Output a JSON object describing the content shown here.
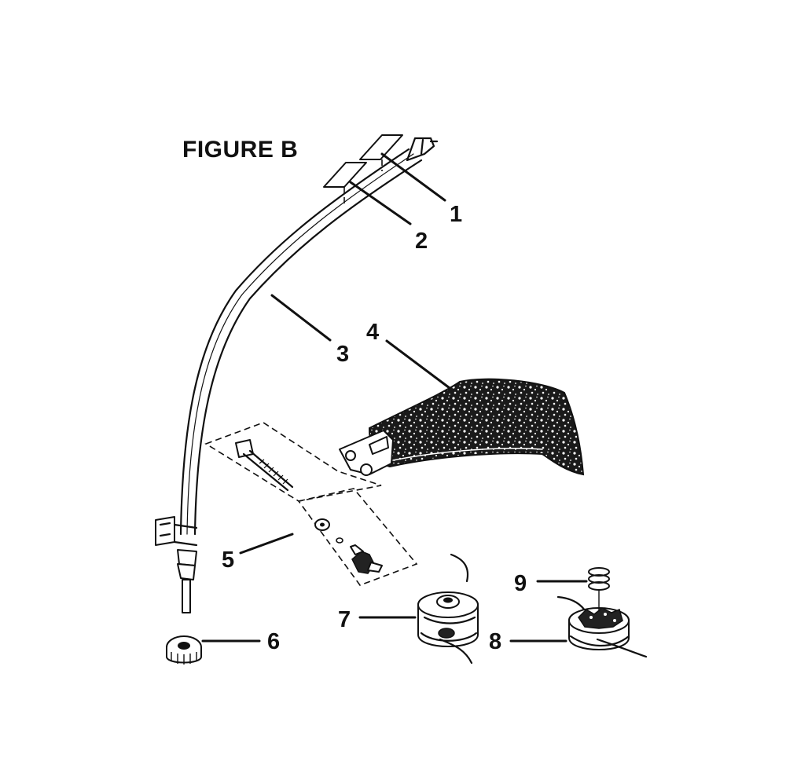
{
  "figure": {
    "title": "FIGURE B"
  },
  "callouts": [
    {
      "id": "1",
      "label": "1"
    },
    {
      "id": "2",
      "label": "2"
    },
    {
      "id": "3",
      "label": "3"
    },
    {
      "id": "4",
      "label": "4"
    },
    {
      "id": "5",
      "label": "5"
    },
    {
      "id": "6",
      "label": "6"
    },
    {
      "id": "7",
      "label": "7"
    },
    {
      "id": "8",
      "label": "8"
    },
    {
      "id": "9",
      "label": "9"
    }
  ],
  "parts": [
    {
      "id": "1",
      "icon": "label-decal-icon"
    },
    {
      "id": "2",
      "icon": "label-decal-icon"
    },
    {
      "id": "3",
      "icon": "curved-shaft-icon"
    },
    {
      "id": "4",
      "icon": "grass-deflector-icon"
    },
    {
      "id": "5",
      "icon": "hardware-kit-icon"
    },
    {
      "id": "6",
      "icon": "knob-nut-icon"
    },
    {
      "id": "7",
      "icon": "trimmer-head-icon"
    },
    {
      "id": "8",
      "icon": "spool-assembly-icon"
    },
    {
      "id": "9",
      "icon": "spring-icon"
    }
  ],
  "colors": {
    "ink": "#111111",
    "background": "#ffffff"
  }
}
